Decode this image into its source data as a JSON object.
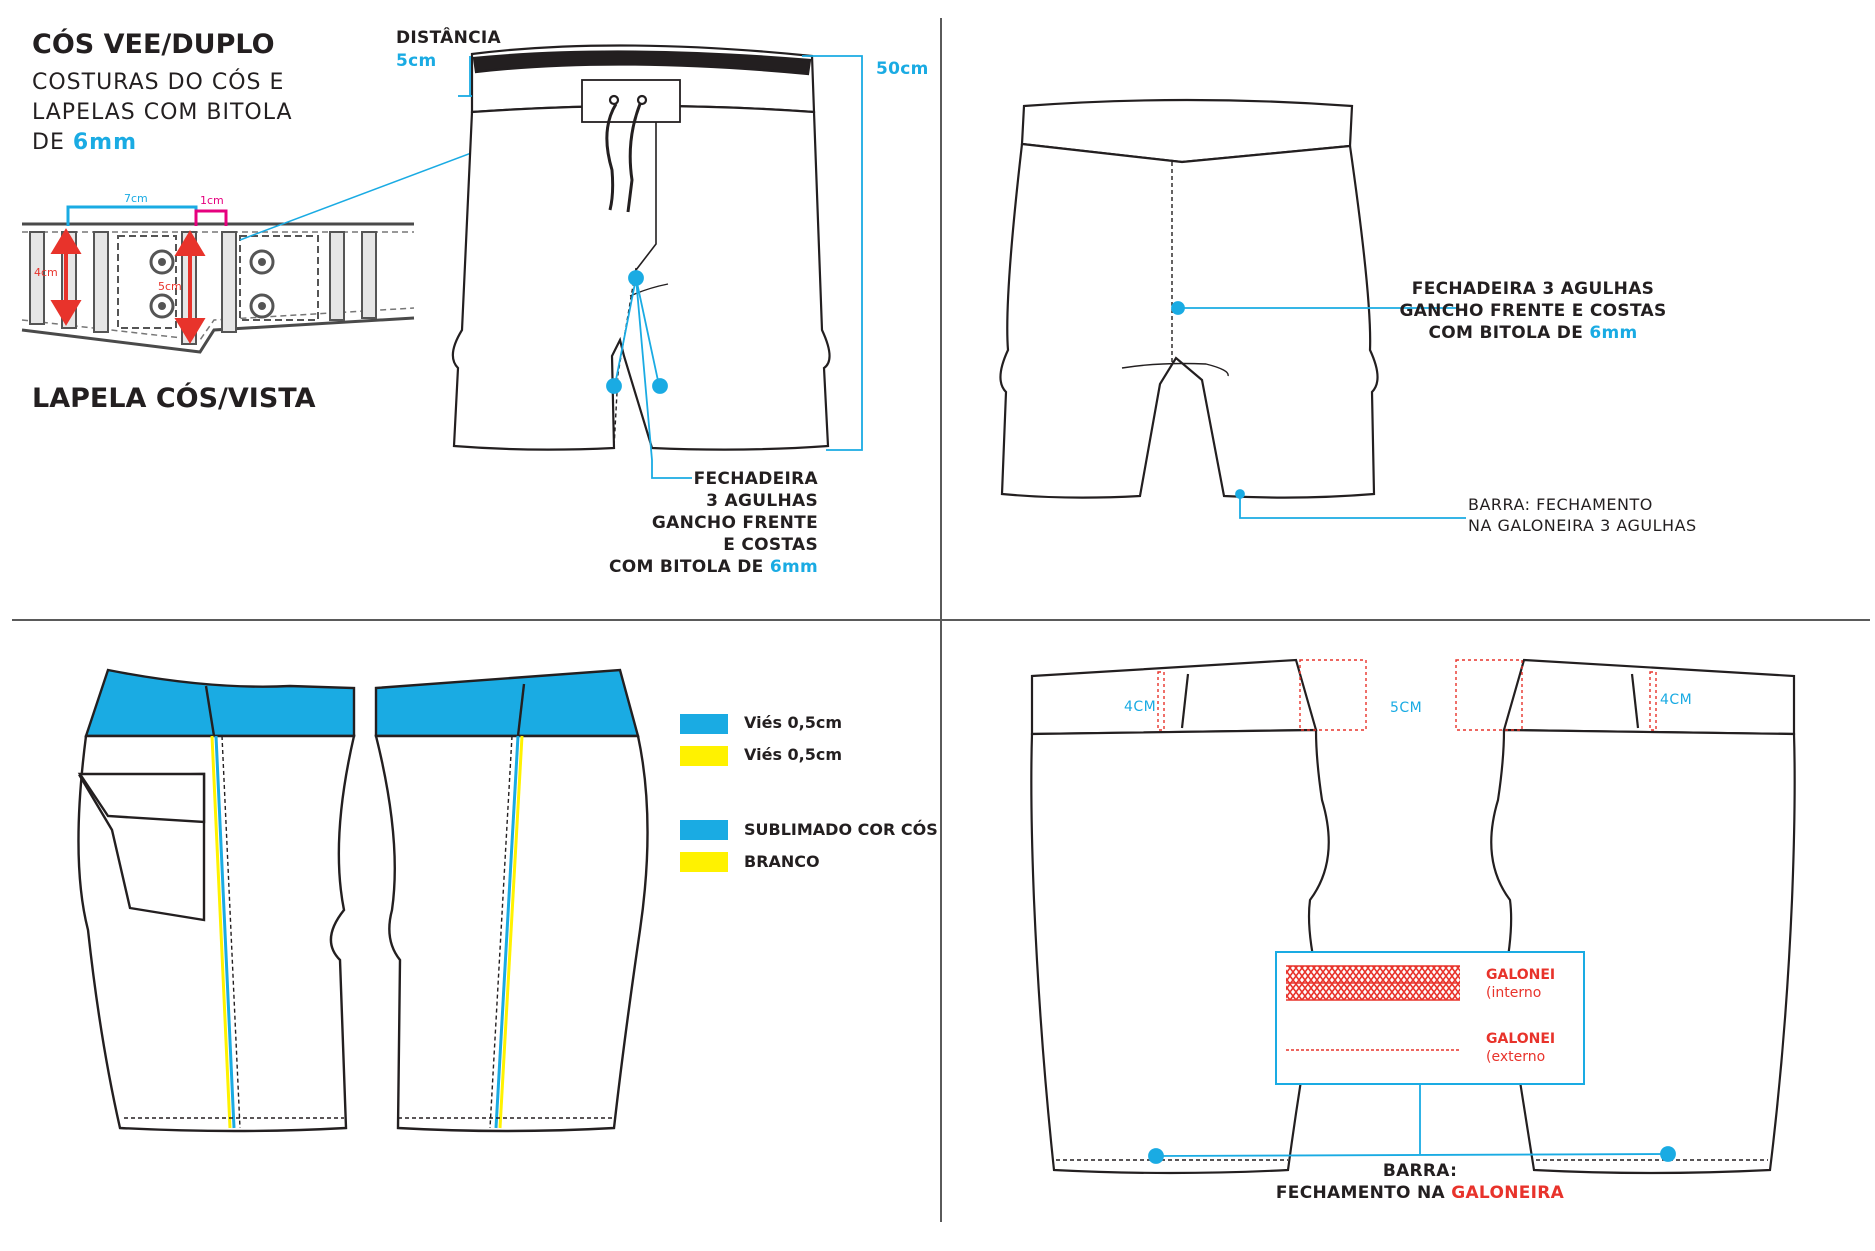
{
  "colors": {
    "accent_blue": "#1aabe3",
    "accent_yellow": "#fff200",
    "accent_red": "#e8332b",
    "accent_magenta": "#e6007e",
    "ink": "#231f20"
  },
  "q1": {
    "title": "CÓS VEE/DUPLO",
    "sub_line1": "COSTURAS DO CÓS E",
    "sub_line2": "LAPELAS  COM BITOLA",
    "sub_line3_prefix": "DE ",
    "sub_line3_value": "6mm",
    "detail_dim_7cm": "7cm",
    "detail_dim_1cm": "1cm",
    "detail_dim_4cm": "4cm",
    "detail_dim_5cm": "5cm",
    "section_title": "LAPELA CÓS/VISTA",
    "distance_label": "DISTÂNCIA",
    "distance_value": "5cm",
    "length_value": "50cm",
    "seam_l1": "FECHADEIRA",
    "seam_l2": "3 AGULHAS",
    "seam_l3": "GANCHO FRENTE",
    "seam_l4": "E COSTAS",
    "seam_l5_prefix": "COM BITOLA DE ",
    "seam_l5_value": "6mm"
  },
  "q2": {
    "seam_l1": "FECHADEIRA 3 AGULHAS",
    "seam_l2": "GANCHO FRENTE E COSTAS",
    "seam_l3_prefix": "COM BITOLA DE ",
    "seam_l3_value": "6mm",
    "hem_l1": "BARRA: FECHAMENTO",
    "hem_l2": "NA GALONEIRA 3 AGULHAS"
  },
  "q3": {
    "legend": [
      {
        "color": "#1aabe3",
        "label": "Viés 0,5cm"
      },
      {
        "color": "#fff200",
        "label": "Viés 0,5cm"
      },
      {
        "color": "#1aabe3",
        "label": "SUBLIMADO COR CÓS"
      },
      {
        "color": "#fff200",
        "label": "BRANCO"
      }
    ]
  },
  "q4": {
    "dim_4cm_left": "4CM",
    "dim_5cm": "5CM",
    "dim_4cm_right": "4CM",
    "galonei_int_l1": "GALONEI",
    "galonei_int_l2": "(interno",
    "galonei_ext_l1": "GALONEI",
    "galonei_ext_l2": "(externo",
    "hem_l1": "BARRA:",
    "hem_l2_prefix": "FECHAMENTO NA ",
    "hem_l2_value": "GALONEIRA"
  }
}
